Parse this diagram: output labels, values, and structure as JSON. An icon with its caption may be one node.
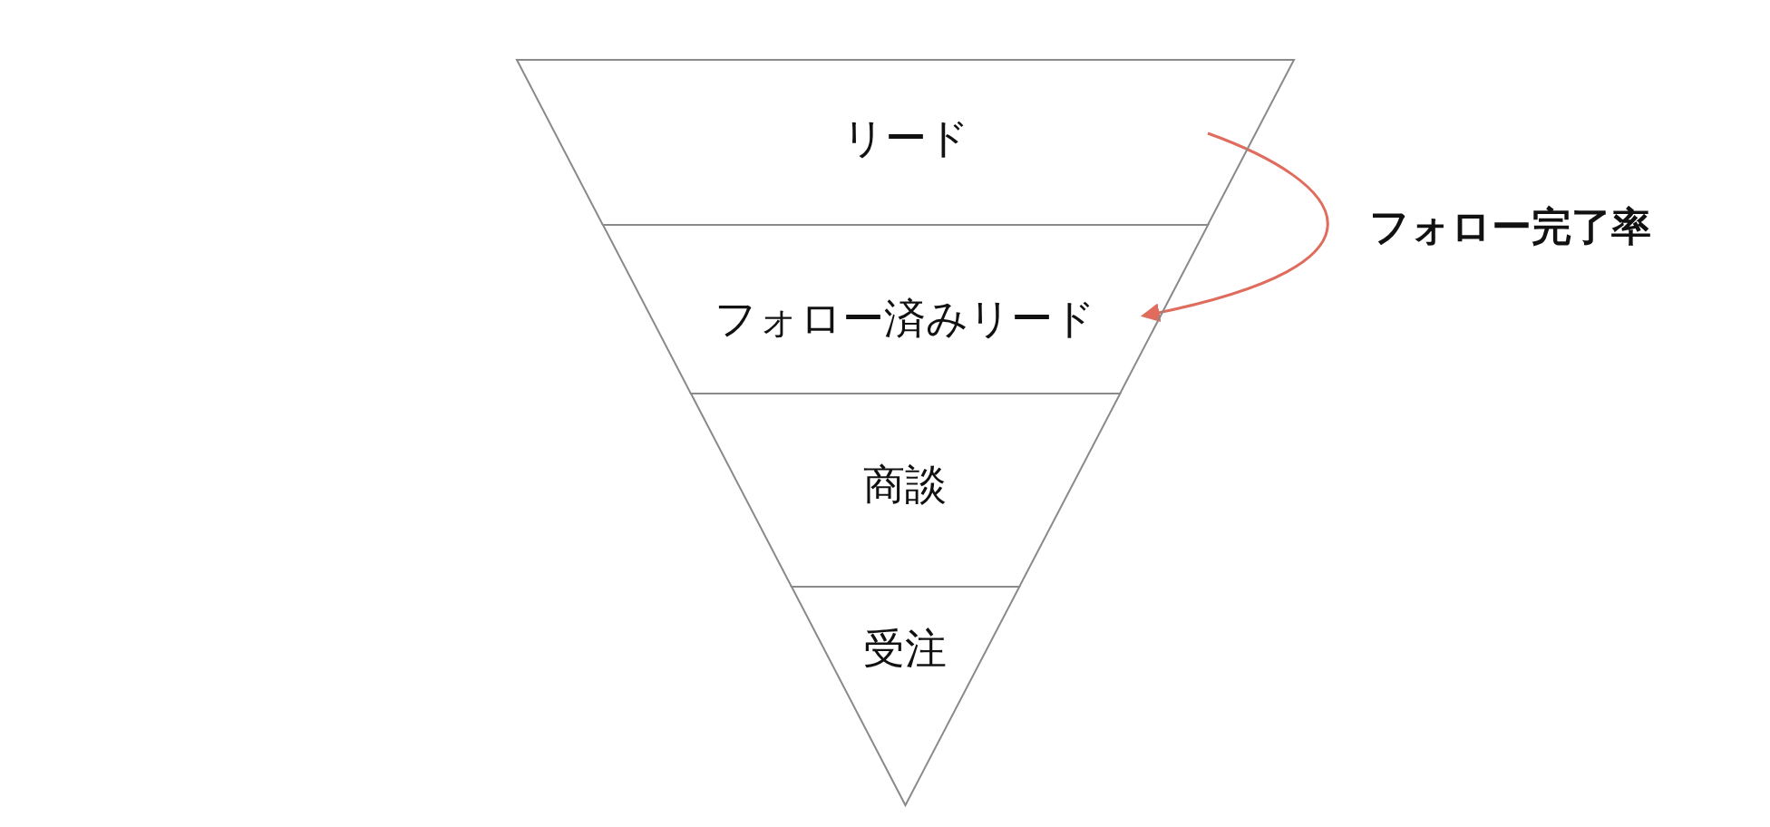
{
  "diagram": {
    "nodes": [
      {
        "text": [
          "リード"
        ]
      },
      {
        "text": [
          "フォロー済みリード"
        ]
      },
      {
        "text": [
          "商談"
        ]
      },
      {
        "text": [
          "受注"
        ]
      }
    ],
    "edges": [
      {
        "from": 0,
        "to": 1,
        "arrow": "to",
        "label": "フォロー完了率"
      }
    ]
  }
}
